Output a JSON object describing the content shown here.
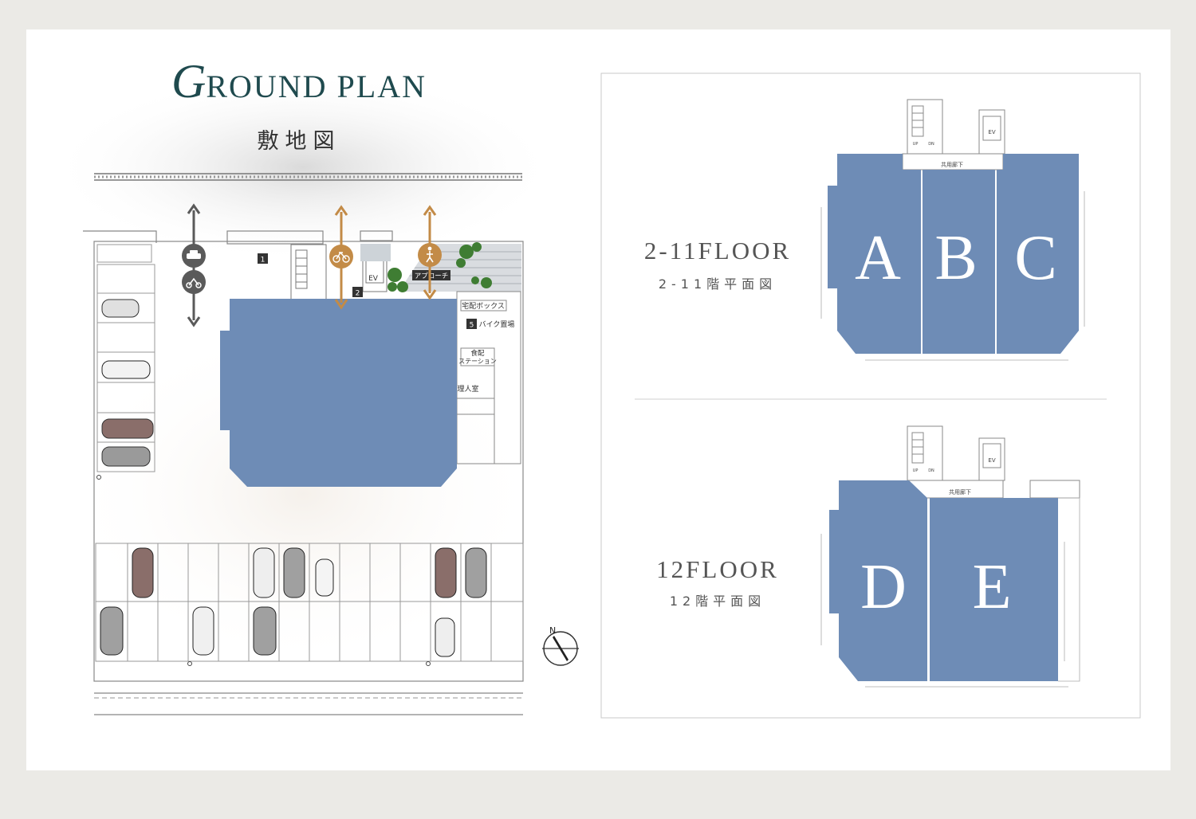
{
  "header": {
    "title_initial": "G",
    "title_rest": "ROUND PLAN",
    "subtitle": "敷地図"
  },
  "site_labels": {
    "stair_number": "1",
    "ev": "EV",
    "ev_number": "2",
    "approach": "アプローチ",
    "delivery_box": "宅配ボックス",
    "bike_number": "5",
    "bike_parking": "バイク置場",
    "food_station_line1": "食配",
    "food_station_line2": "ステーション",
    "manager_room": "理人室",
    "north": "N"
  },
  "floors_2_11": {
    "label": "2-11FLOOR",
    "sublabel": "2-11階平面図",
    "corridor": "共用廊下",
    "up": "UP",
    "dn": "DN",
    "ev": "EV",
    "units": [
      "A",
      "B",
      "C"
    ]
  },
  "floors_12": {
    "label": "12FLOOR",
    "sublabel": "12階平面図",
    "corridor": "共用廊下",
    "up": "UP",
    "dn": "DN",
    "ev": "EV",
    "units": [
      "D",
      "E"
    ]
  },
  "colors": {
    "unit_fill": "#6e8cb6",
    "title_color": "#1f4a4e",
    "accent_orange": "#c38b47",
    "arrow_dark": "#5a5a5a"
  }
}
